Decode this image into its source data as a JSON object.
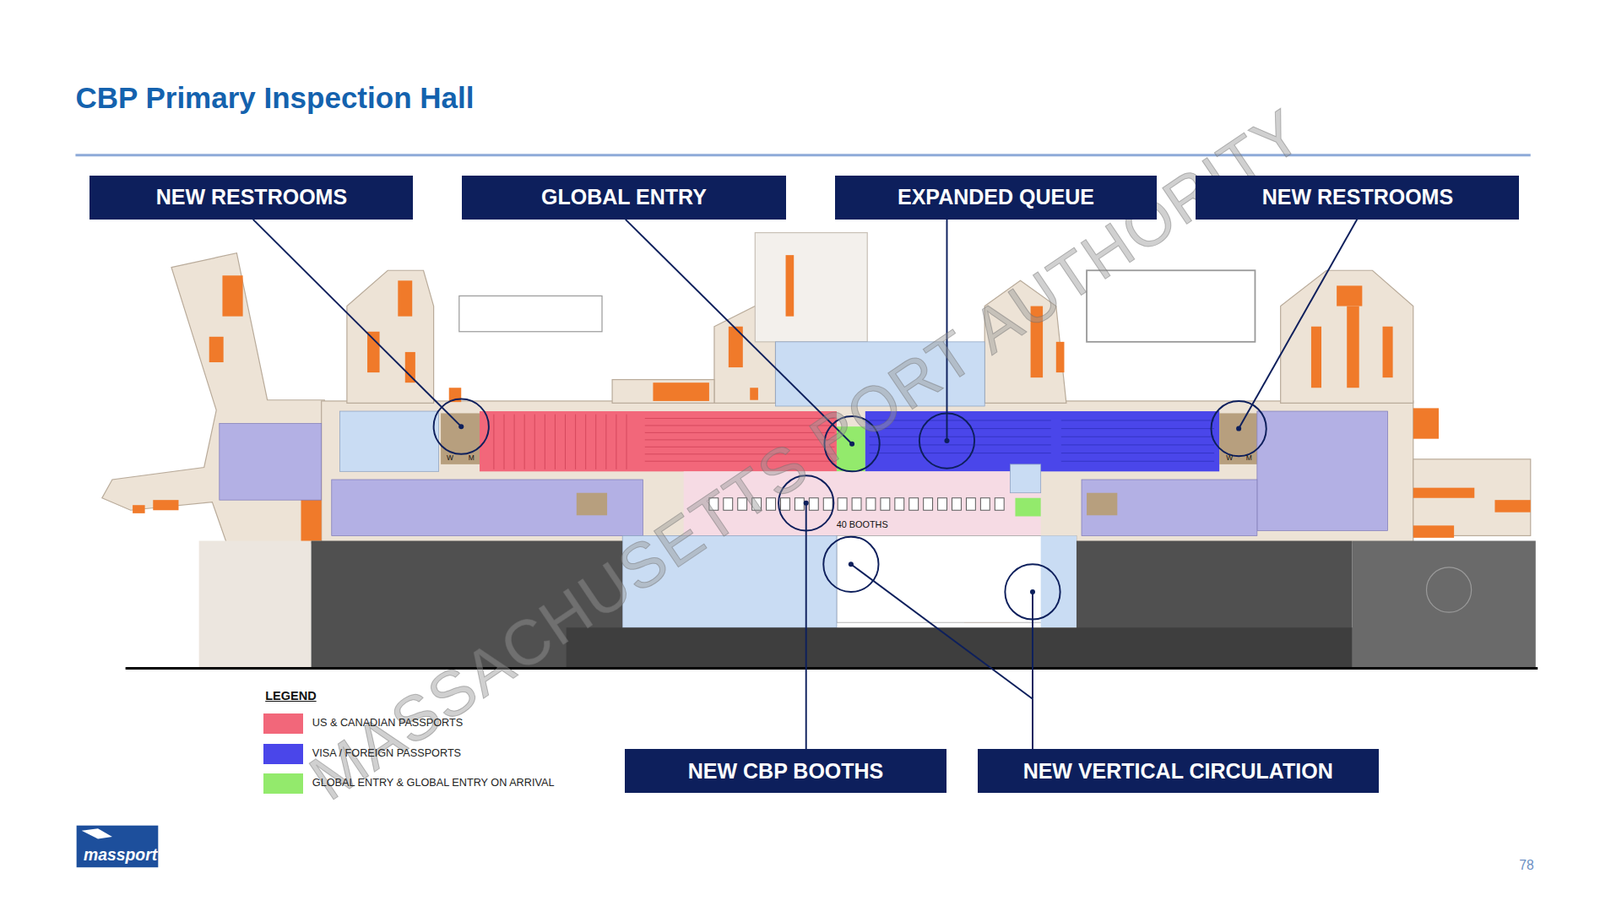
{
  "diagram": {
    "title": "CBP Primary Inspection Hall",
    "nodes": [
      {
        "text": [
          "NEW RESTROOMS"
        ]
      },
      {
        "text": [
          "GLOBAL ENTRY"
        ]
      },
      {
        "text": [
          "EXPANDED QUEUE"
        ]
      },
      {
        "text": [
          "NEW RESTROOMS"
        ]
      },
      {
        "text": [
          "NEW CBP BOOTHS"
        ]
      },
      {
        "text": [
          "NEW VERTICAL CIRCULATION"
        ]
      }
    ],
    "labels": [
      "LEGEND",
      "40 BOOTHS",
      "W",
      "M",
      "W",
      "M",
      "MASSACHUSETTS PORT AUTHORITY",
      "massport",
      "78"
    ],
    "legend": [
      {
        "text": "US & CANADIAN PASSPORTS",
        "color": "#f2677a"
      },
      {
        "text": "VISA / FOREIGN PASSPORTS",
        "color": "#4a46ea"
      },
      {
        "text": "GLOBAL ENTRY & GLOBAL ENTRY ON ARRIVAL",
        "color": "#93ea6c"
      }
    ]
  }
}
